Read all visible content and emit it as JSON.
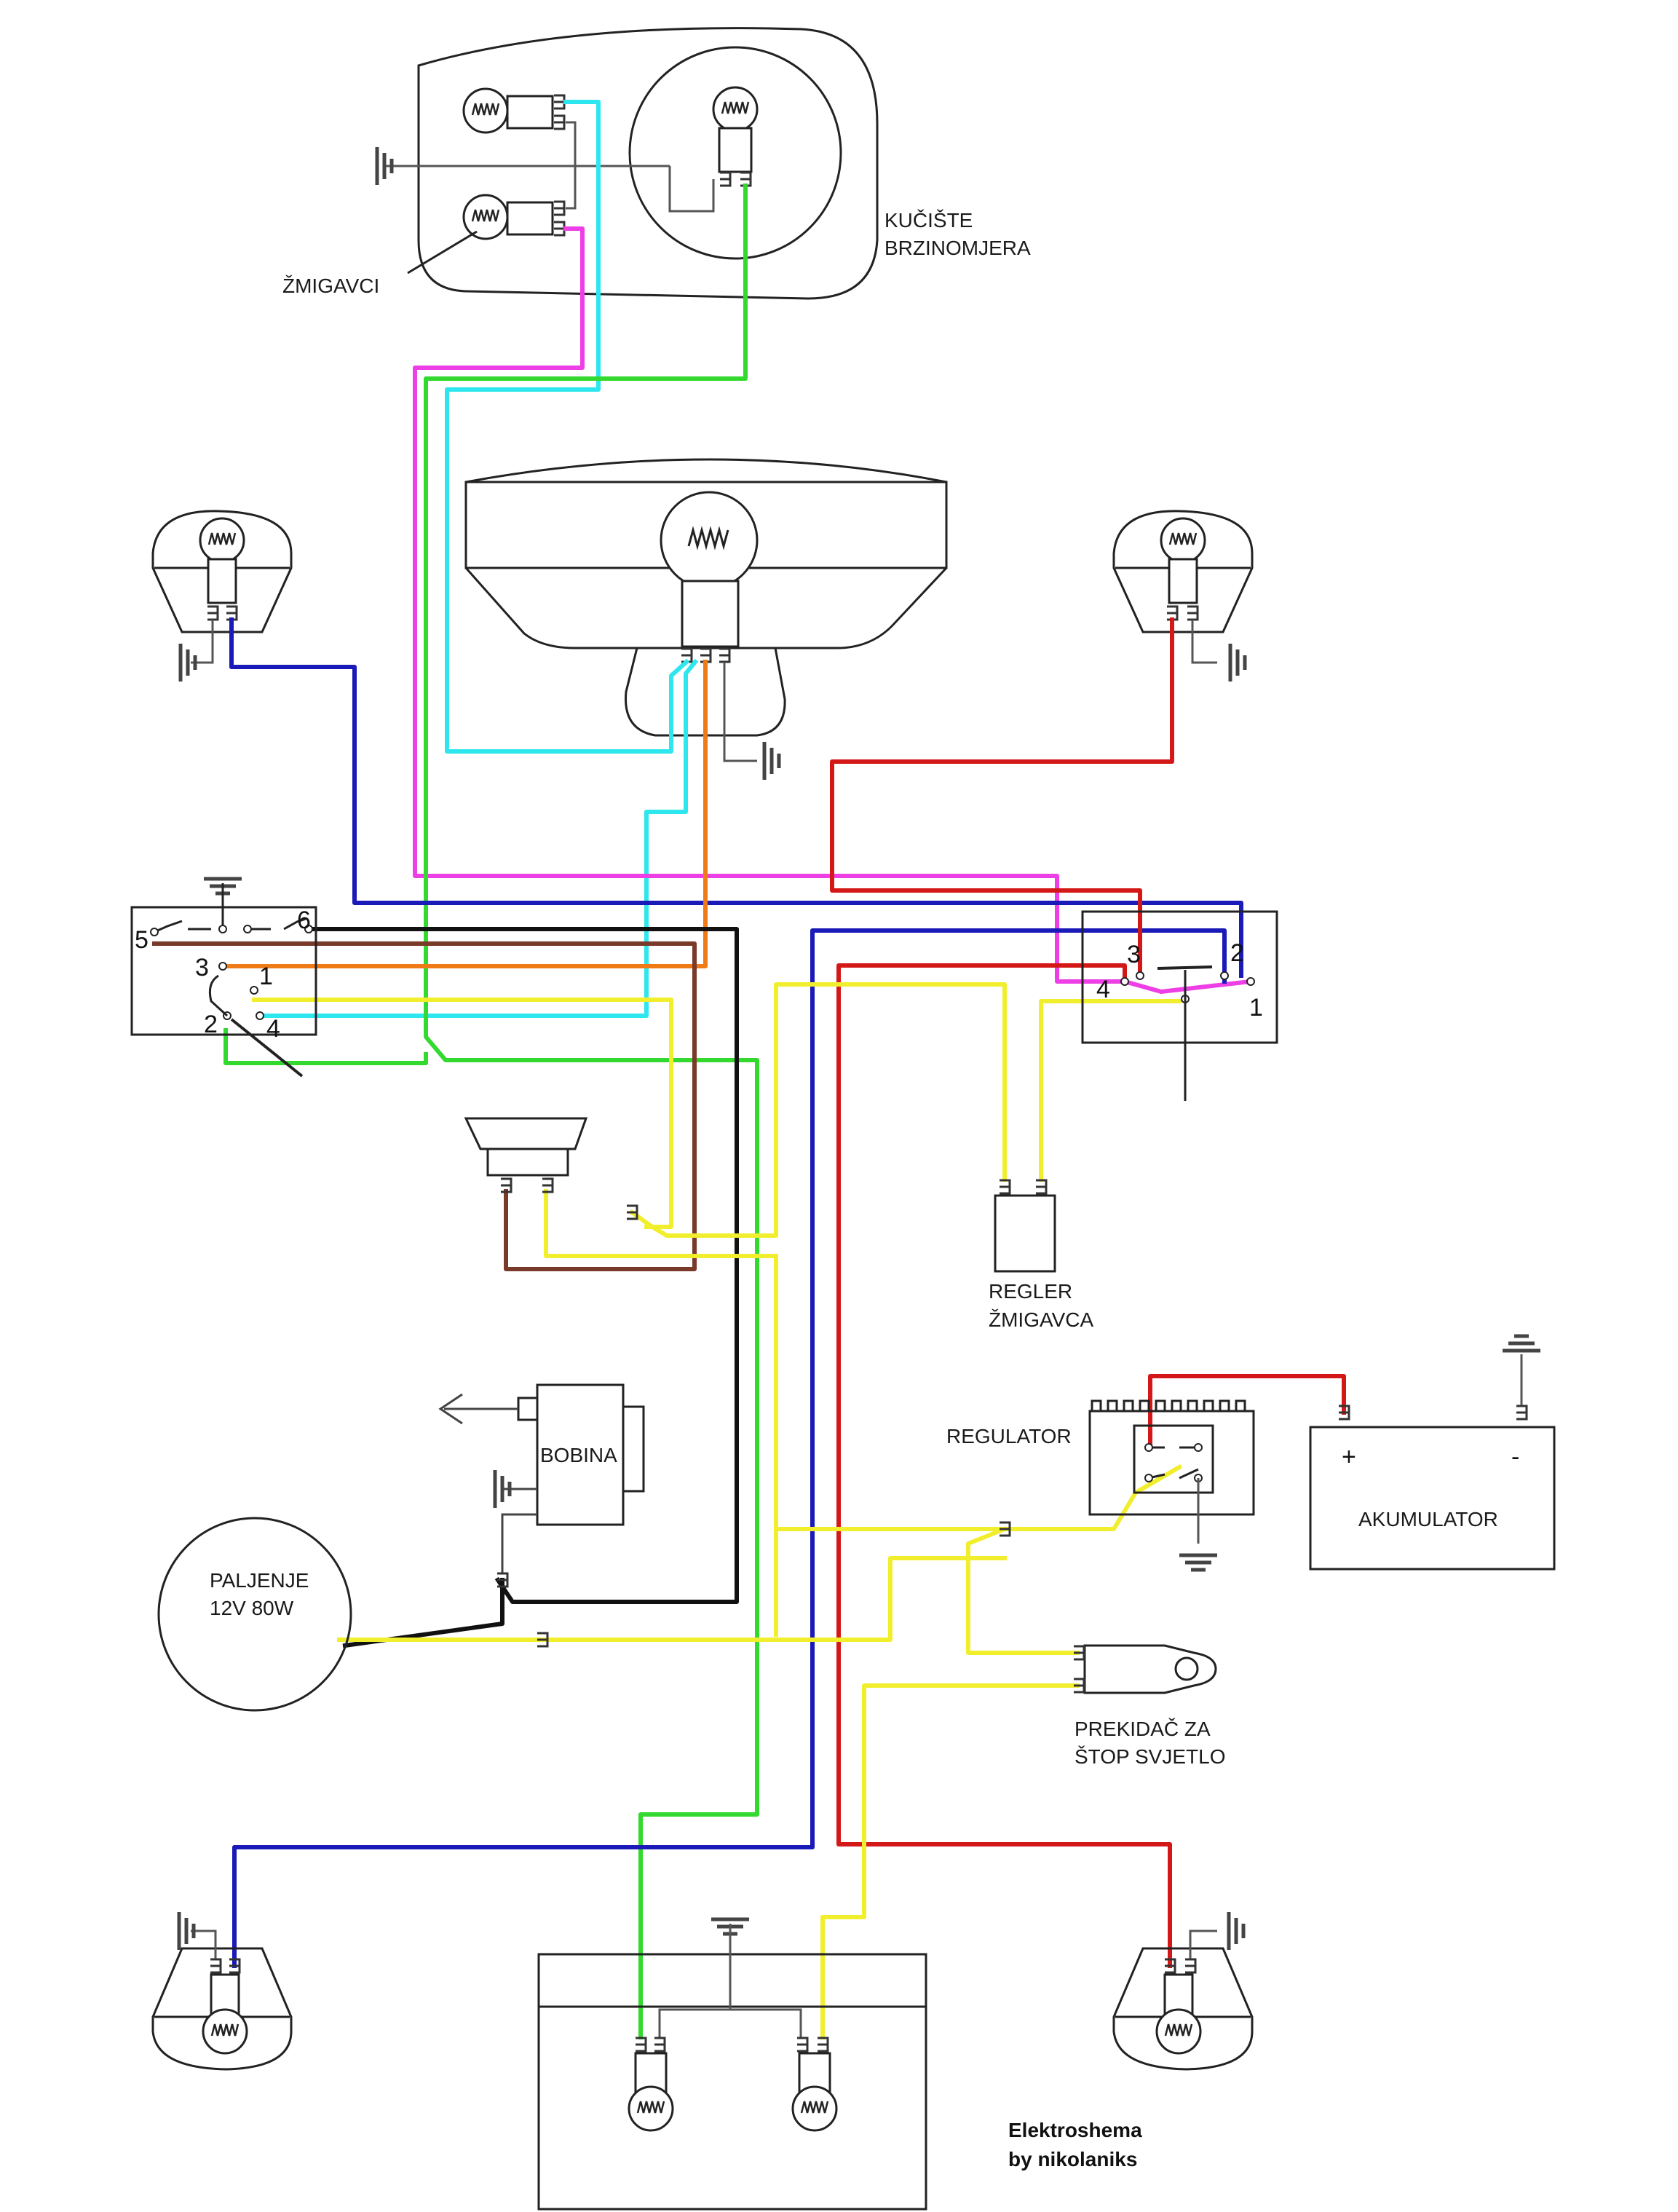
{
  "labels": {
    "speedo_housing_1": "KUČIŠTE",
    "speedo_housing_2": "BRZINOMJERA",
    "indicators": "ŽMIGAVCI",
    "flasher_1": "REGLER",
    "flasher_2": "ŽMIGAVCA",
    "regulator": "REGULATOR",
    "battery": "AKUMULATOR",
    "battery_plus": "+",
    "battery_minus": "-",
    "coil": "BOBINA",
    "generator_1": "PALJENJE",
    "generator_2": "12V 80W",
    "brake_switch_1": "PREKIDAČ ZA",
    "brake_switch_2": "ŠTOP SVJETLO",
    "credit_1": "Elektroshema",
    "credit_2": "by nikolaniks"
  },
  "ignition_switch_terminals": [
    "1",
    "2",
    "3",
    "4",
    "5",
    "6"
  ],
  "turn_switch_terminals": [
    "1",
    "2",
    "3",
    "4"
  ],
  "wire_colors": {
    "cyan": "#2de6ee",
    "magenta": "#ee3fe6",
    "green": "#33d92e",
    "blue": "#1a1ab8",
    "red": "#d41818",
    "orange": "#ef7a16",
    "brown": "#7a3a2a",
    "black": "#111111",
    "yellow": "#f1ee2e",
    "gray": "#555555"
  }
}
